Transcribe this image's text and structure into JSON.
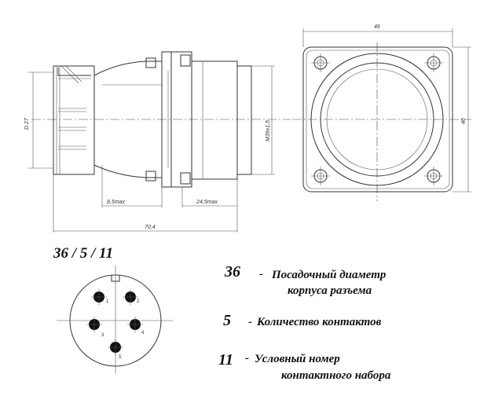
{
  "dimensions": {
    "width_top": "46",
    "height_right": "46",
    "diameter": "D 27",
    "thread": "M39x1,5",
    "len_a": "8,5max",
    "len_b": "24,5max",
    "overall": "70,4"
  },
  "code": "36 / 5 / 11",
  "pins": [
    "1",
    "2",
    "3",
    "4",
    "5"
  ],
  "legend": [
    {
      "num": "36",
      "dash": "-",
      "line1": "Посадочный диаметр",
      "line2": "корпуса разъема"
    },
    {
      "num": "5",
      "dash": "-",
      "line1": "Количество контактов",
      "line2": ""
    },
    {
      "num": "11",
      "dash": "-",
      "line1": "Условный номер",
      "line2": "контактного набора"
    }
  ]
}
